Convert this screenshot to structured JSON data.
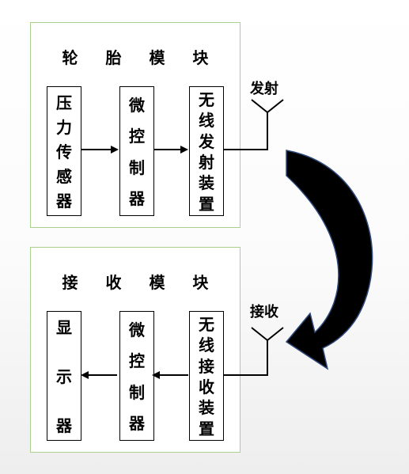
{
  "tire_module": {
    "title": "轮 胎 模 块",
    "box1": [
      "压",
      "力",
      "传",
      "感",
      "器"
    ],
    "box2": [
      "微",
      "控",
      "制",
      "器"
    ],
    "box3": [
      "无",
      "线",
      "发",
      "射",
      "装",
      "置"
    ],
    "antenna_label": "发射"
  },
  "receive_module": {
    "title": "接 收 模 块",
    "box1": [
      "显",
      "示",
      "器"
    ],
    "box2": [
      "微",
      "控",
      "制",
      "器"
    ],
    "box3": [
      "无",
      "线",
      "接",
      "收",
      "装",
      "置"
    ],
    "antenna_label": "接收"
  },
  "colors": {
    "module_border": "#a9d08e",
    "arrow": "#000000",
    "big_arrow_edge": "#2f4a7a"
  }
}
